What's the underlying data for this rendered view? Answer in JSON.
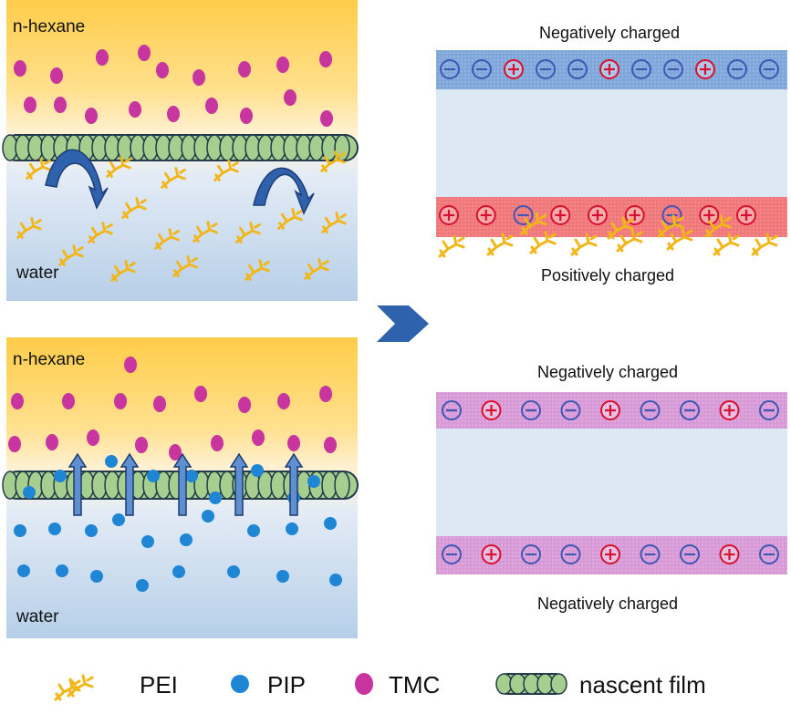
{
  "top_left_panel": {
    "organic_label": "n-hexane",
    "aqueous_label": "water"
  },
  "bottom_left_panel": {
    "organic_label": "n-hexane",
    "aqueous_label": "water"
  },
  "top_right_panel": {
    "top_layer_label": "Negatively charged",
    "bottom_layer_label": "Positively charged",
    "top_layer_charges": [
      "-",
      "-",
      "+",
      "-",
      "-",
      "+",
      "-",
      "-",
      "+",
      "-",
      "-"
    ],
    "bottom_layer_charges": [
      "+",
      "+",
      "-",
      "+",
      "+",
      "+",
      "-",
      "+",
      "+"
    ]
  },
  "bottom_right_panel": {
    "top_layer_label": "Negatively charged",
    "bottom_layer_label": "Negatively charged",
    "top_layer_charges": [
      "-",
      "+",
      "-",
      "-",
      "+",
      "-",
      "-",
      "+",
      "-"
    ],
    "bottom_layer_charges": [
      "-",
      "+",
      "-",
      "-",
      "+",
      "-",
      "-",
      "+",
      "-"
    ]
  },
  "legend": {
    "pei": "PEI",
    "pip": "PIP",
    "tmc": "TMC",
    "film": "nascent film"
  },
  "colors": {
    "tmc": "#c8359f",
    "pip": "#1f86d6",
    "pei": "#f2b618",
    "film": "#a6cf8f",
    "arrow": "#2f62ad",
    "charge_red": "#d8102d",
    "charge_blue": "#3f56b3"
  }
}
